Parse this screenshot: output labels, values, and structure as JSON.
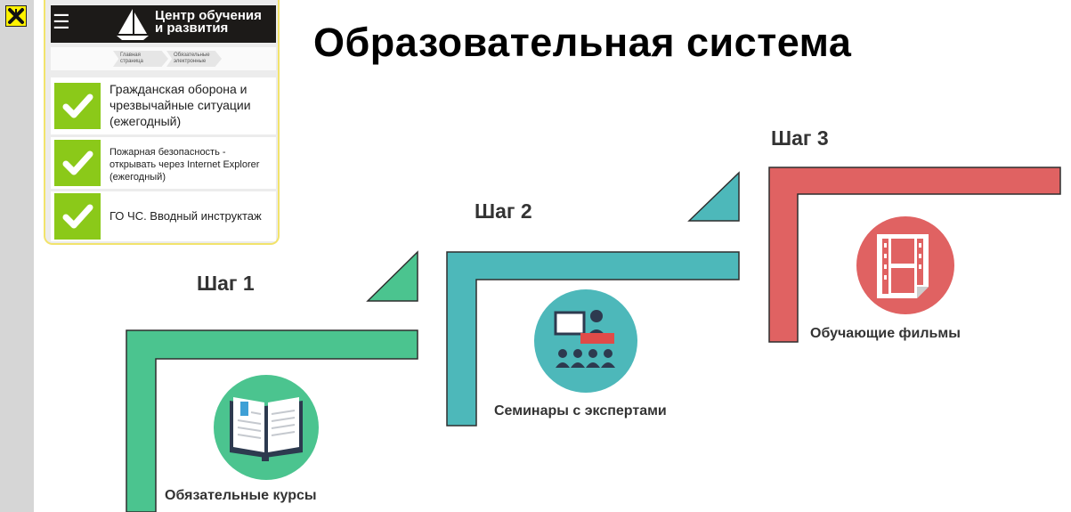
{
  "brand": {
    "line1": "Центр обучения",
    "line2": "и развития"
  },
  "breadcrumb": [
    {
      "line1": "Главная",
      "line2": "страница"
    },
    {
      "line1": "Обязательные",
      "line2": "электронные"
    }
  ],
  "courses": [
    {
      "line1": "Гражданская оборона и",
      "line2": "чрезвычайные ситуации",
      "line3": "(ежегодный)"
    },
    {
      "line1": "Пожарная безопасность -",
      "line2": "открывать через Internet Explorer",
      "line3": "(ежегодный)"
    },
    {
      "line1": "ГО ЧС. Вводный инструктаж"
    }
  ],
  "title": "Образовательная система",
  "steps": [
    {
      "label": "Шаг 1",
      "caption": "Обязательные курсы",
      "color": "#4bc48f",
      "icon": "book-icon"
    },
    {
      "label": "Шаг 2",
      "caption": "Семинары с экспертами",
      "color": "#4db8ba",
      "icon": "seminar-icon"
    },
    {
      "label": "Шаг 3",
      "caption": "Обучающие фильмы",
      "color": "#e06262",
      "icon": "film-icon"
    }
  ]
}
